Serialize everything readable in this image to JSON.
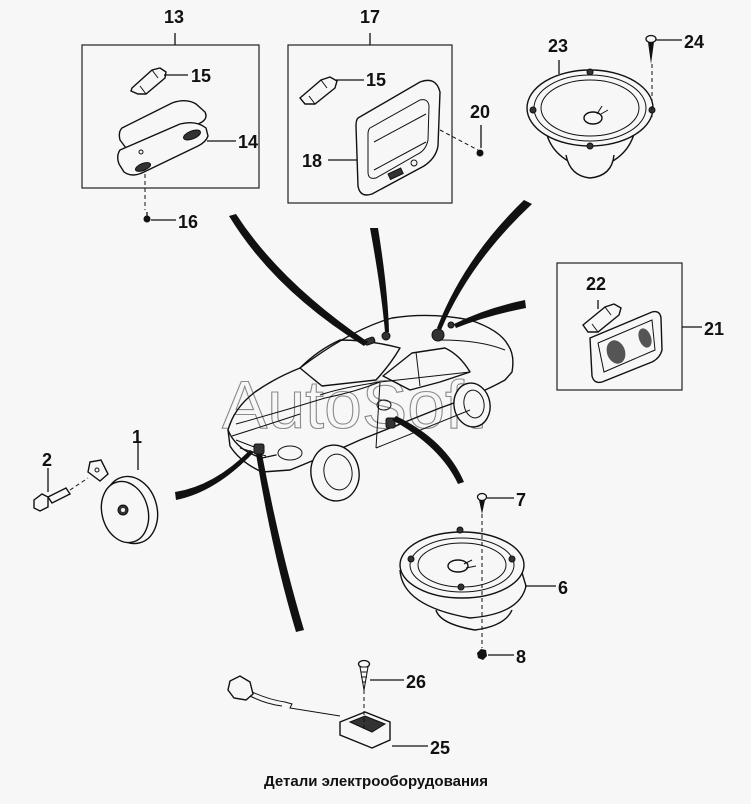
{
  "diagram": {
    "title": "Детали электрооборудования",
    "watermark": "AutoSoft",
    "groups": [
      {
        "id": "13",
        "name": "dome-lamp-assembly",
        "parts": [
          "14",
          "15",
          "16"
        ]
      },
      {
        "id": "17",
        "name": "map-lamp-assembly",
        "parts": [
          "15",
          "18"
        ]
      },
      {
        "id": "21",
        "name": "trunk-lamp-assembly",
        "parts": [
          "22"
        ]
      }
    ],
    "callouts": {
      "c1": "1",
      "c2": "2",
      "c6": "6",
      "c7": "7",
      "c8": "8",
      "c13": "13",
      "c14": "14",
      "c15a": "15",
      "c16": "16",
      "c17": "17",
      "c15b": "15",
      "c18": "18",
      "c20": "20",
      "c21": "21",
      "c22": "22",
      "c23": "23",
      "c24": "24",
      "c25": "25",
      "c26": "26"
    },
    "parts": [
      {
        "id": "1",
        "name": "horn"
      },
      {
        "id": "2",
        "name": "horn-bolt"
      },
      {
        "id": "6",
        "name": "front-door-speaker"
      },
      {
        "id": "7",
        "name": "speaker-screw"
      },
      {
        "id": "8",
        "name": "speaker-nut"
      },
      {
        "id": "14",
        "name": "dome-lamp"
      },
      {
        "id": "15",
        "name": "bulb"
      },
      {
        "id": "16",
        "name": "dome-lamp-screw"
      },
      {
        "id": "18",
        "name": "map-lamp-housing"
      },
      {
        "id": "20",
        "name": "map-lamp-screw"
      },
      {
        "id": "22",
        "name": "trunk-lamp-bulb"
      },
      {
        "id": "23",
        "name": "rear-speaker"
      },
      {
        "id": "24",
        "name": "rear-speaker-screw"
      },
      {
        "id": "25",
        "name": "sensor-module"
      },
      {
        "id": "26",
        "name": "sensor-screw"
      }
    ]
  }
}
